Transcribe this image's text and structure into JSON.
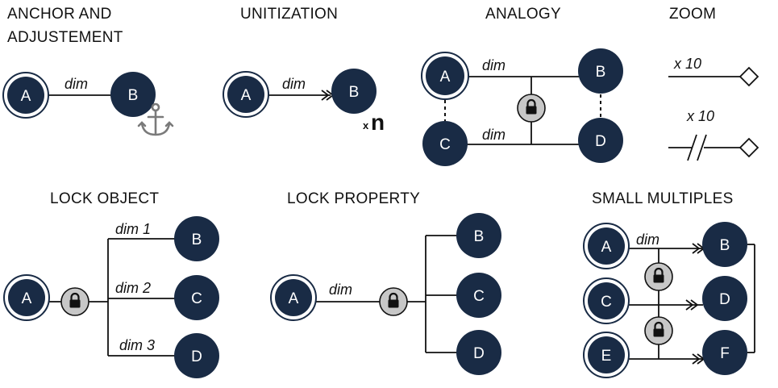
{
  "sections": {
    "anchor": {
      "title": "ANCHOR AND\nADJUSTEMENT",
      "nodes": [
        "A",
        "B"
      ],
      "edge_label": "dim",
      "icon": "anchor-icon"
    },
    "unitization": {
      "title": "UNITIZATION",
      "nodes": [
        "A",
        "B"
      ],
      "edge_label": "dim",
      "multiplier_prefix": "x",
      "multiplier": "n"
    },
    "analogy": {
      "title": "ANALOGY",
      "nodes": [
        "A",
        "B",
        "C",
        "D"
      ],
      "edge_labels": [
        "dim",
        "dim"
      ],
      "icon": "lock-icon"
    },
    "zoom": {
      "title": "ZOOM",
      "scale_labels": [
        "x 10",
        "x 10"
      ]
    },
    "lock_object": {
      "title": "LOCK OBJECT",
      "nodes": [
        "A",
        "B",
        "C",
        "D"
      ],
      "edge_labels": [
        "dim 1",
        "dim 2",
        "dim 3"
      ],
      "icon": "lock-icon"
    },
    "lock_property": {
      "title": "LOCK PROPERTY",
      "nodes": [
        "A",
        "B",
        "C",
        "D"
      ],
      "edge_label": "dim",
      "icon": "lock-icon"
    },
    "small_multiples": {
      "title": "SMALL MULTIPLES",
      "nodes": [
        "A",
        "B",
        "C",
        "D",
        "E",
        "F"
      ],
      "edge_label": "dim",
      "icon": "lock-icon"
    }
  },
  "colors": {
    "node": "#192b45",
    "lock_badge": "#c7c7c7",
    "line": "#111111",
    "anchor": "#7a7a7a"
  }
}
